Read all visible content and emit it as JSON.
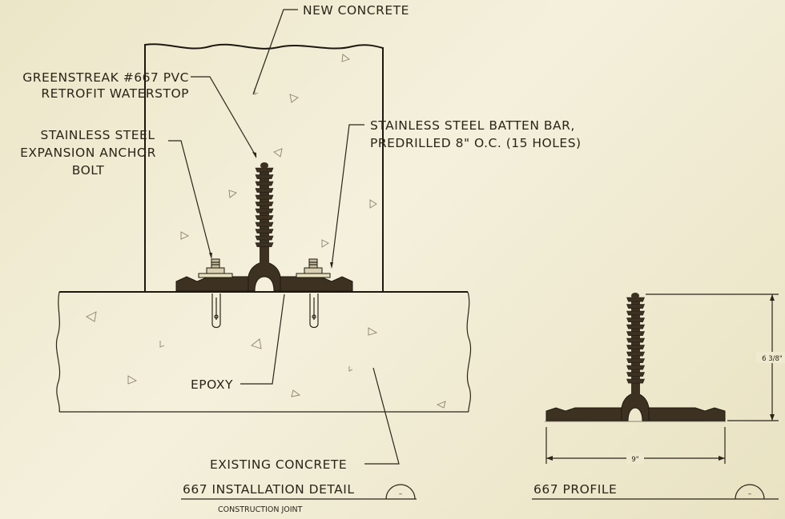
{
  "labels": {
    "new_concrete": "NEW CONCRETE",
    "waterstop_line1": "GREENSTREAK #667 PVC",
    "waterstop_line2": "RETROFIT WATERSTOP",
    "anchor_line1": "STAINLESS STEEL",
    "anchor_line2": "EXPANSION ANCHOR",
    "anchor_line3": "BOLT",
    "batten_line1": "STAINLESS STEEL BATTEN BAR,",
    "batten_line2": "PREDRILLED 8\" O.C. (15 HOLES)",
    "epoxy": "EPOXY",
    "existing_concrete": "EXISTING CONCRETE",
    "installation_title": "667 INSTALLATION DETAIL",
    "installation_subtitle": "CONSTRUCTION JOINT",
    "profile_title": "667 PROFILE",
    "section_marker": "–"
  },
  "dimensions": {
    "height": "6 3/8\"",
    "width": "9\""
  },
  "colors": {
    "background": "#efe9cf",
    "ink": "#2a2518",
    "waterstop": "#3d3222"
  }
}
